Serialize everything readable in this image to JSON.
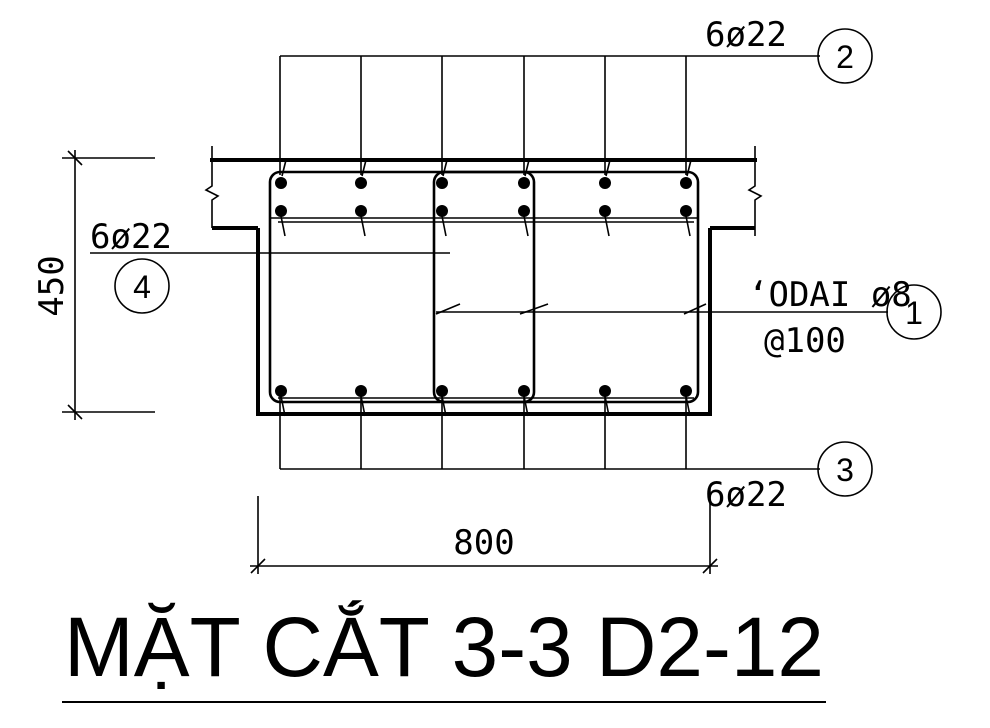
{
  "labels": {
    "top_bars": "6ø22",
    "bottom_bars": "6ø22",
    "side_bars": "6ø22",
    "stirrup_line1": "ʻODAI  ø8",
    "stirrup_line2": "@100",
    "height_dim": "450",
    "width_dim": "800"
  },
  "markers": {
    "top": "2",
    "bottom": "3",
    "side": "4",
    "stirrup": "1"
  },
  "title": "MẶT CẮT 3-3 D2-12",
  "colors": {
    "line": "#000000",
    "background": "#ffffff"
  }
}
